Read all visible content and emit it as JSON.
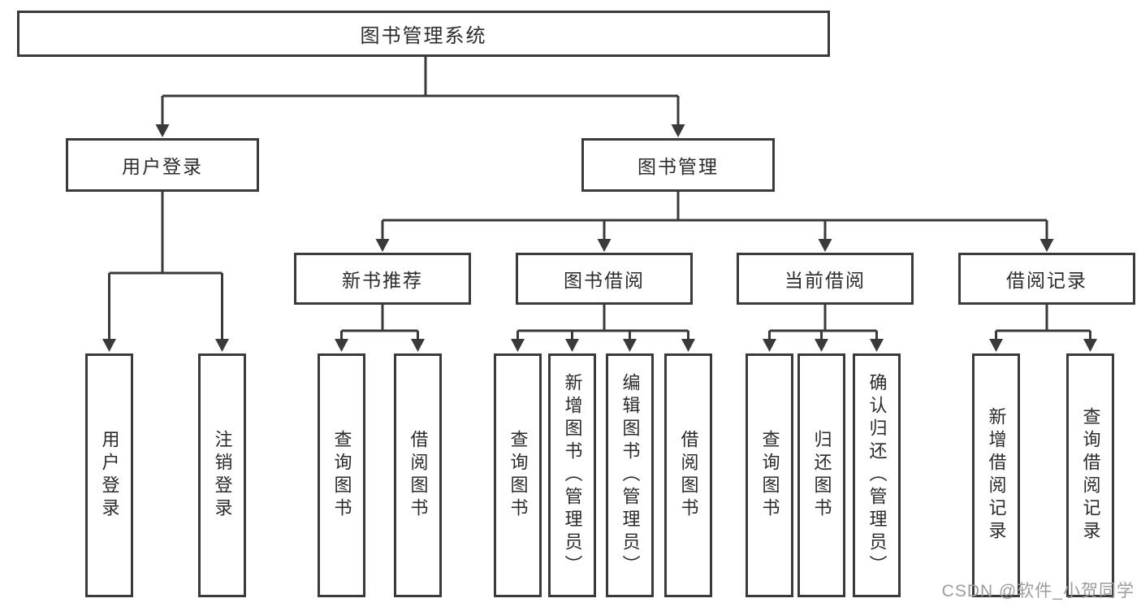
{
  "colors": {
    "line": "#3a3a3a",
    "text": "#2b2b2b",
    "background": "#ffffff",
    "watermark": "#9c9c9c"
  },
  "tree": {
    "root": {
      "label": "图书管理系统"
    },
    "branches": [
      {
        "label": "用户登录",
        "children": [
          {
            "label": "用户登录"
          },
          {
            "label": "注销登录"
          }
        ]
      },
      {
        "label": "图书管理",
        "children": [
          {
            "label": "新书推荐",
            "children": [
              {
                "label": "查询图书"
              },
              {
                "label": "借阅图书"
              }
            ]
          },
          {
            "label": "图书借阅",
            "children": [
              {
                "label": "查询图书"
              },
              {
                "label": "新增图书（管理员）"
              },
              {
                "label": "编辑图书（管理员）"
              },
              {
                "label": "借阅图书"
              }
            ]
          },
          {
            "label": "当前借阅",
            "children": [
              {
                "label": "查询图书"
              },
              {
                "label": "归还图书"
              },
              {
                "label": "确认归还（管理员）"
              }
            ]
          },
          {
            "label": "借阅记录",
            "children": [
              {
                "label": "新增借阅记录"
              },
              {
                "label": "查询借阅记录"
              }
            ]
          }
        ]
      }
    ]
  },
  "watermark": "CSDN @软件_小贺同学"
}
